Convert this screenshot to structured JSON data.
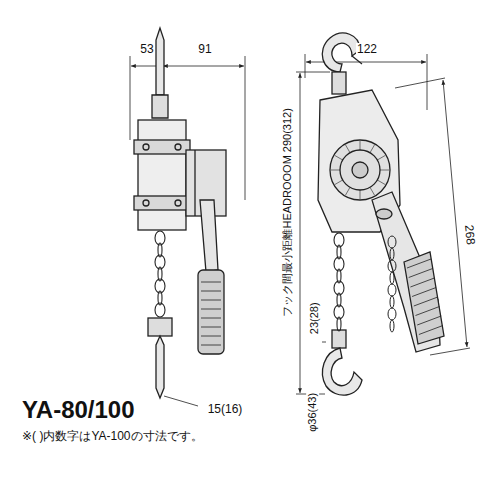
{
  "diagram": {
    "title": "YA-80/100",
    "caption": "※( )内数字はYA-100の寸法です。",
    "labels": [
      "53",
      "91",
      "122",
      "フック間最小距離HEADROOOM 290(312)",
      "268",
      "23(28)",
      "15(16)",
      "φ36(43)"
    ]
  }
}
